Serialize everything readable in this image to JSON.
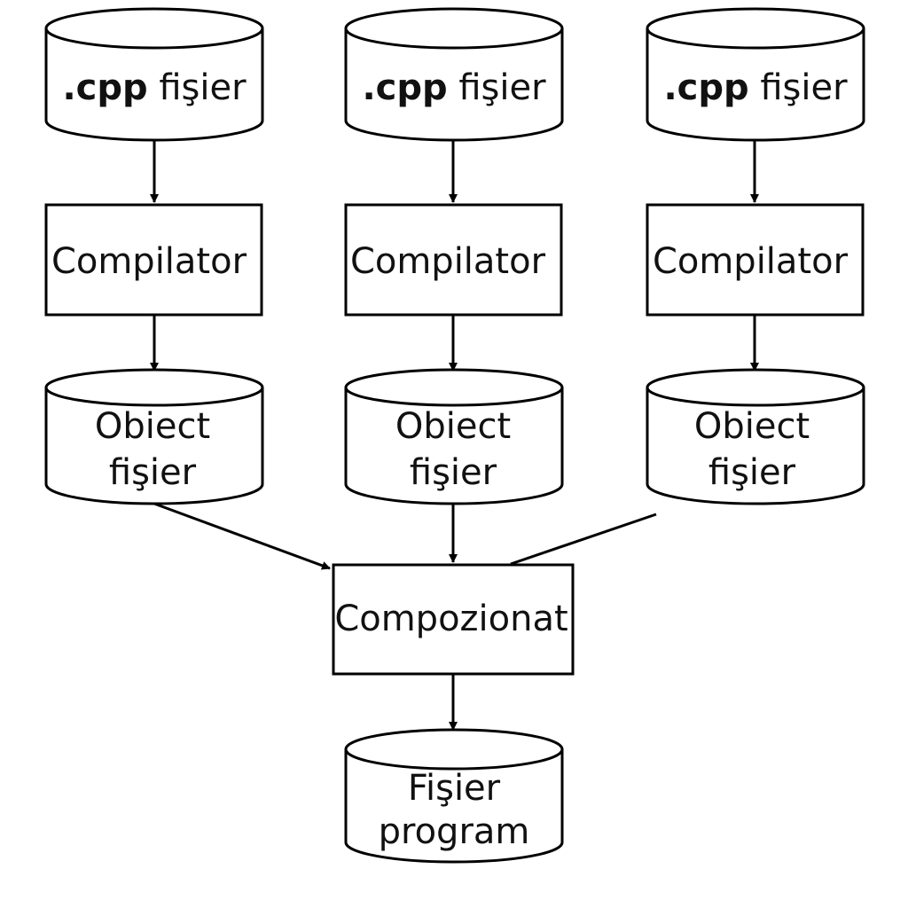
{
  "sources": [
    {
      "ext": ".cpp",
      "name": "fişier"
    },
    {
      "ext": ".cpp",
      "name": "fişier"
    },
    {
      "ext": ".cpp",
      "name": "fişier"
    }
  ],
  "compilers": [
    {
      "label": "Compilator"
    },
    {
      "label": "Compilator"
    },
    {
      "label": "Compilator"
    }
  ],
  "objects": [
    {
      "line1": "Obiect",
      "line2": "fişier"
    },
    {
      "line1": "Obiect",
      "line2": "fişier"
    },
    {
      "line1": "Obiect",
      "line2": "fişier"
    }
  ],
  "linker": {
    "label": "Compozionat"
  },
  "output": {
    "line1": "Fişier",
    "line2": "program"
  },
  "colors": {
    "stroke": "#000000",
    "fill": "#ffffff",
    "text": "#111111"
  }
}
